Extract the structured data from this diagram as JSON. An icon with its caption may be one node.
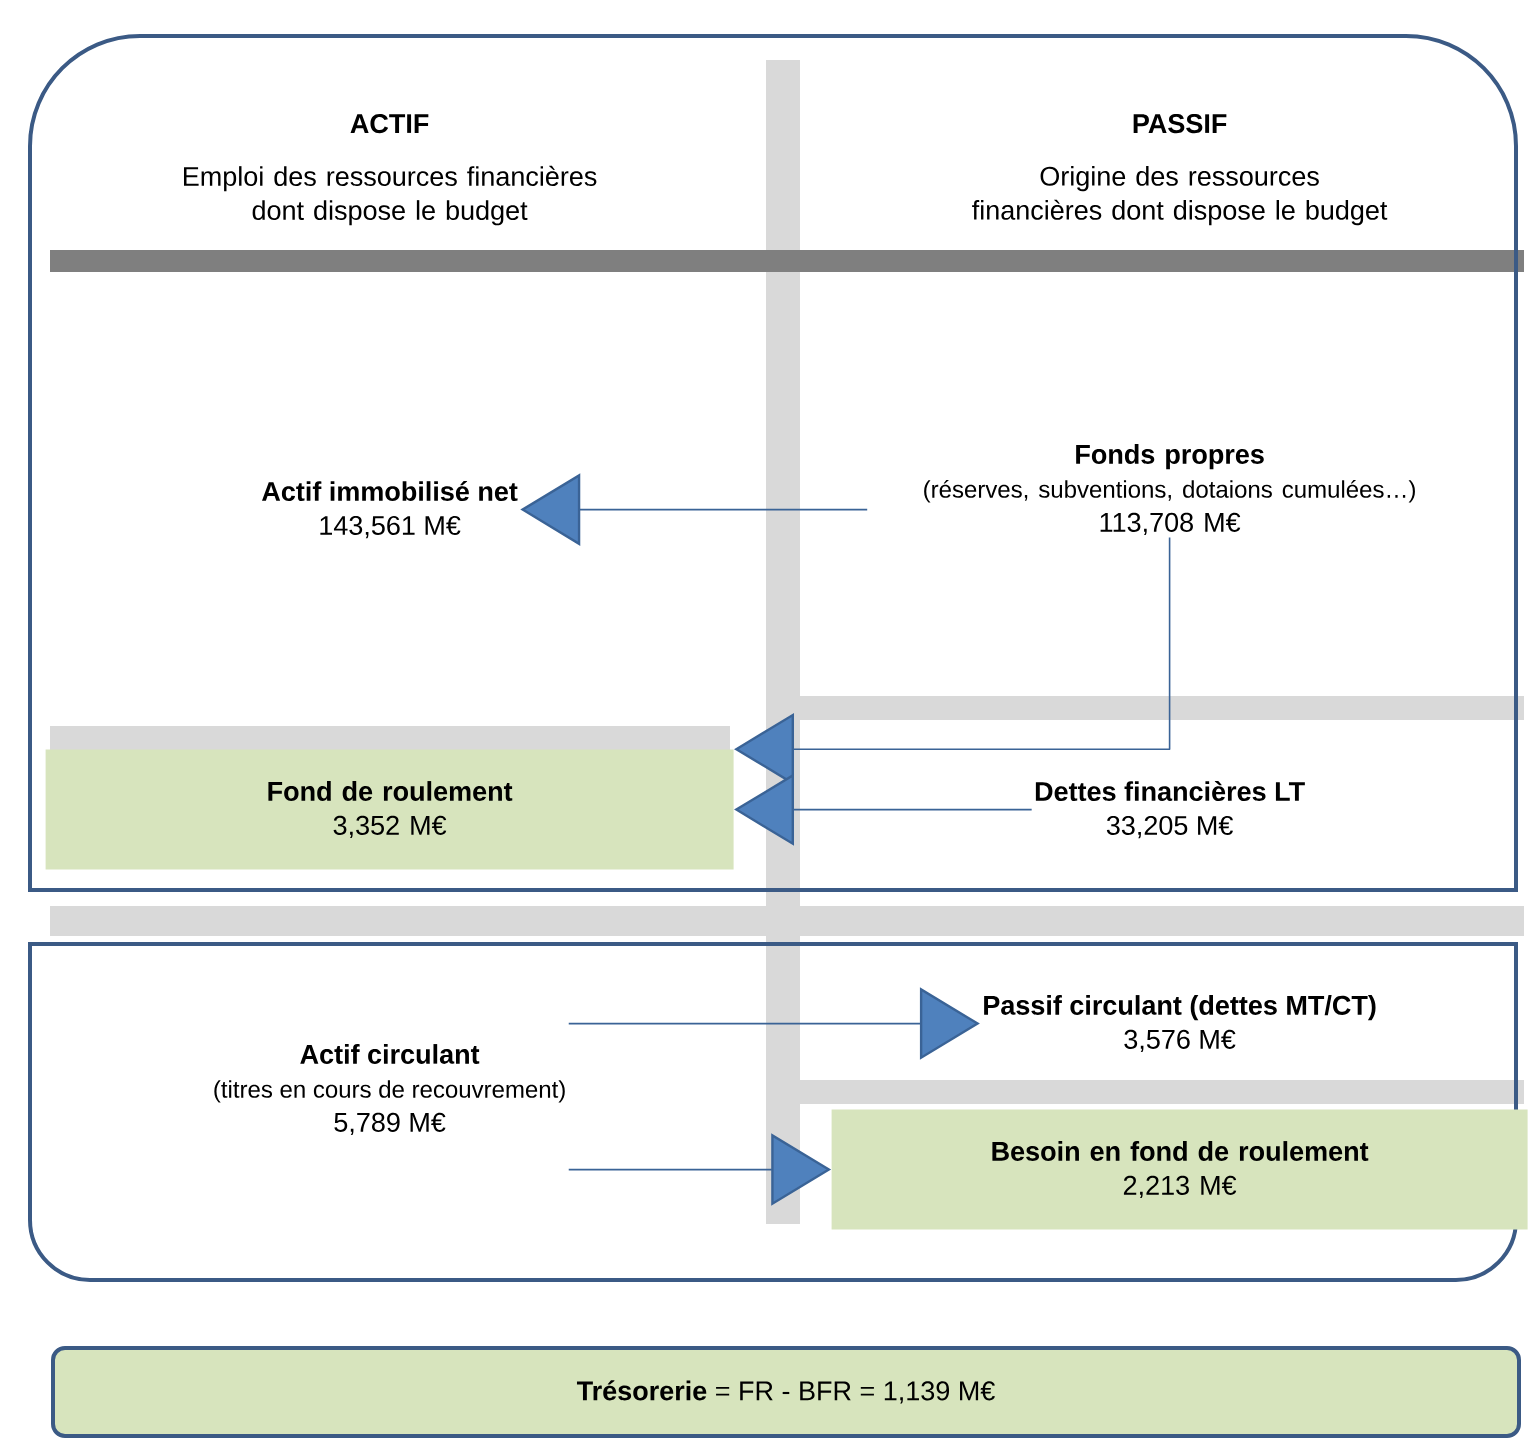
{
  "diagram": {
    "nodes": [
      {
        "text": [
          "ACTIF",
          "Emploi des ressources financières dont dispose le budget",
          "PASSIF",
          "Origine des ressources financières dont dispose le budget"
        ]
      },
      {
        "text": [
          "Actif immobilisé net",
          "143,561 M€"
        ],
        "in": 0
      },
      {
        "text": [
          "Fonds propres",
          "(réserves, subventions, dotaions cumulées…)",
          "113,708 M€"
        ],
        "in": 0
      },
      {
        "text": [
          "Fond de roulement",
          "3,352 M€"
        ],
        "in": 0
      },
      {
        "text": [
          "Dettes financières LT",
          "33,205 M€"
        ],
        "in": 0
      },
      {
        "text": [],
        "shape": "box"
      },
      {
        "text": [
          "Actif circulant",
          "(titres en cours de recouvrement)",
          "5,789 M€"
        ],
        "in": 5
      },
      {
        "text": [
          "Passif circulant (dettes MT/CT)",
          "3,576 M€"
        ],
        "in": 5
      },
      {
        "text": [
          "Besoin en fond de roulement",
          "2,213 M€"
        ],
        "in": 5
      },
      {
        "text": [
          "**Trésorerie** = FR - BFR = 1,139 M€"
        ]
      }
    ],
    "edges": [
      {
        "from": 2,
        "to": 1,
        "arrow": "to"
      },
      {
        "from": 2,
        "to": 3,
        "arrow": "to"
      },
      {
        "from": 4,
        "to": 3,
        "arrow": "to"
      },
      {
        "from": 6,
        "to": 7,
        "arrow": "to"
      },
      {
        "from": 6,
        "to": 8,
        "arrow": "to"
      }
    ]
  }
}
